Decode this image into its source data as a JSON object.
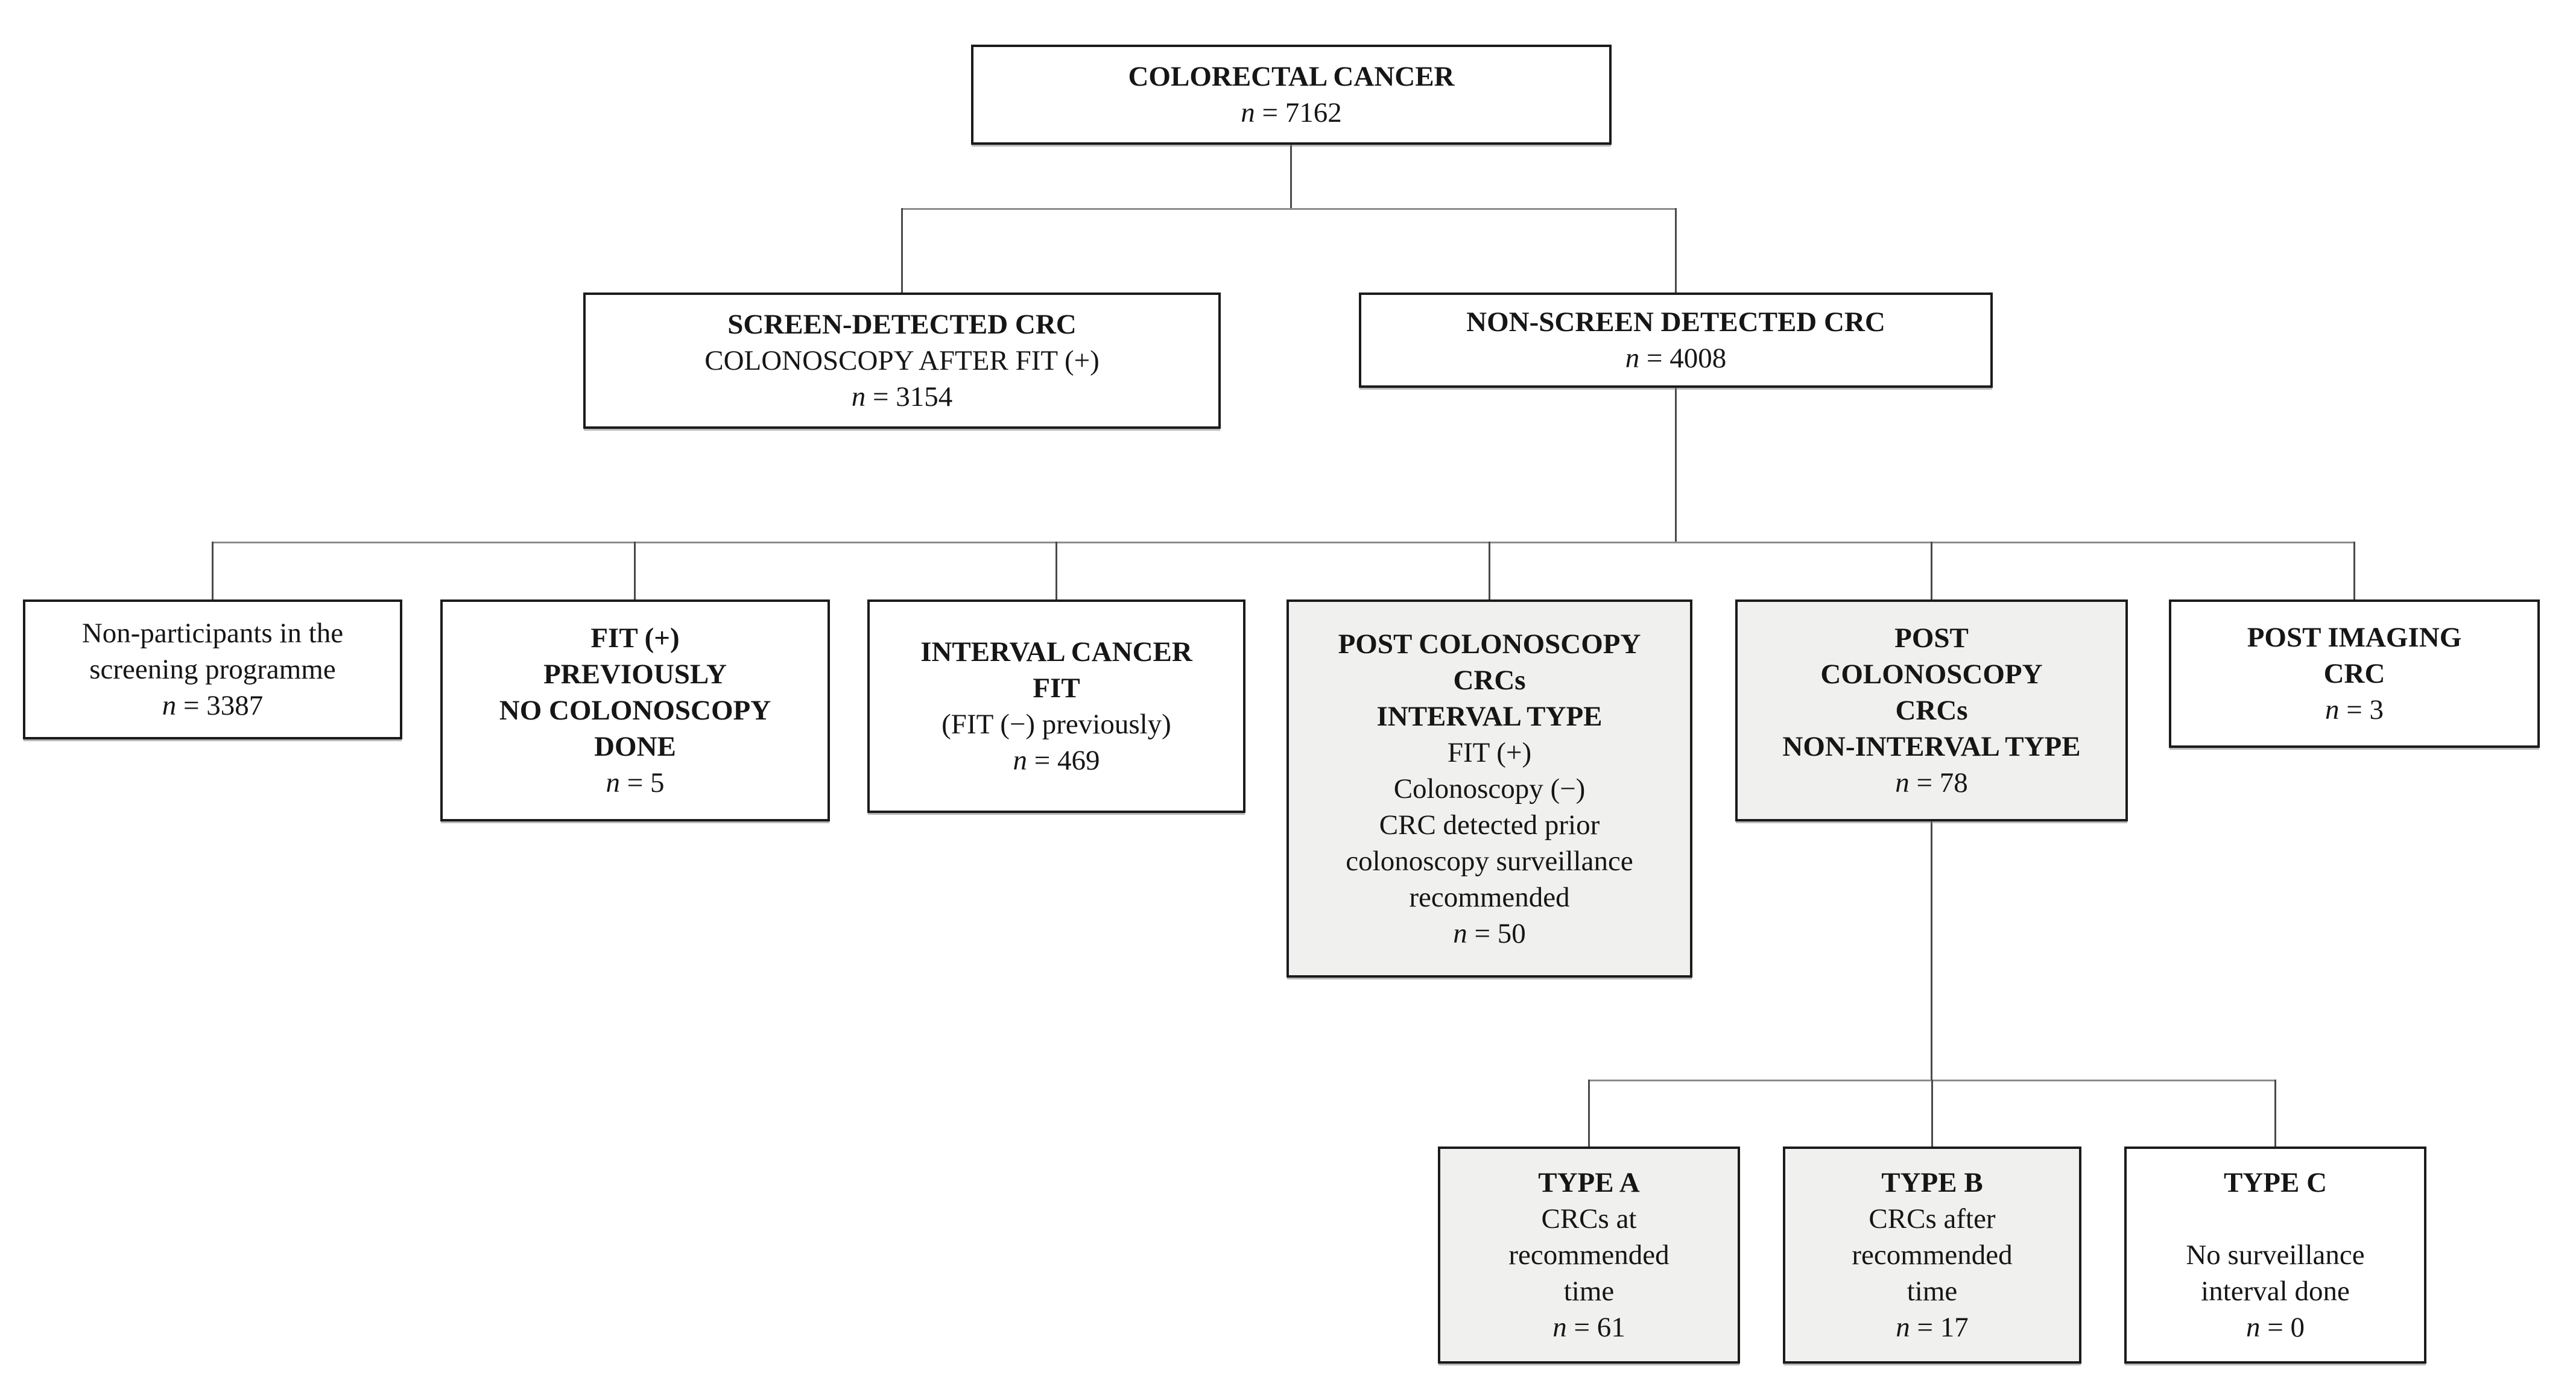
{
  "figure": {
    "kind": "flow-diagram"
  },
  "colors": {
    "background": "#ffffff",
    "box_border": "#1b1b1b",
    "box_fill": "#ffffff",
    "box_fill_shaded": "#f0f0ee",
    "connector_vertical": "#4a4a4a",
    "connector_horizontal": "#8c8c8c"
  },
  "boxes": [
    {
      "id": "colorectal-cancer",
      "fill": "white",
      "title_lines": [
        "COLORECTAL CANCER"
      ],
      "body_lines": [],
      "n_line": "n = 7162"
    },
    {
      "id": "screen-detected",
      "fill": "white",
      "title_lines": [
        "SCREEN-DETECTED CRC"
      ],
      "body_lines": [
        "COLONOSCOPY AFTER FIT (+)"
      ],
      "n_line": "n = 3154"
    },
    {
      "id": "non-screen-detected",
      "fill": "white",
      "title_lines": [
        "NON-SCREEN DETECTED CRC"
      ],
      "body_lines": [],
      "n_line": "n = 4008"
    },
    {
      "id": "non-participants",
      "fill": "white",
      "title_lines": [],
      "body_lines": [
        "Non-participants in the",
        "screening programme"
      ],
      "n_line": "n = 3387"
    },
    {
      "id": "fit-positive-no-colonoscopy",
      "fill": "white",
      "title_lines": [
        "FIT (+)",
        "PREVIOUSLY",
        "NO COLONOSCOPY",
        "DONE"
      ],
      "body_lines": [],
      "n_line": "n = 5"
    },
    {
      "id": "interval-cancer-fit",
      "fill": "white",
      "title_lines": [
        "INTERVAL CANCER",
        "FIT"
      ],
      "body_lines": [
        "(FIT (−) previously)"
      ],
      "n_line": "n = 469"
    },
    {
      "id": "post-colonoscopy-crc-interval",
      "fill": "shaded",
      "title_lines": [
        "POST COLONOSCOPY",
        "CRCs",
        "INTERVAL TYPE"
      ],
      "body_lines": [
        "FIT (+)",
        "Colonoscopy (−)",
        "CRC detected prior",
        "colonoscopy surveillance",
        "recommended"
      ],
      "n_line": "n = 50"
    },
    {
      "id": "post-colonoscopy-crc-non-interval",
      "fill": "shaded",
      "title_lines": [
        "POST",
        "COLONOSCOPY",
        "CRCs",
        "NON-INTERVAL TYPE"
      ],
      "body_lines": [],
      "n_line": "n = 78"
    },
    {
      "id": "post-imaging-crc",
      "fill": "white",
      "title_lines": [
        "POST IMAGING",
        "CRC"
      ],
      "body_lines": [],
      "n_line": "n = 3"
    },
    {
      "id": "type-a",
      "fill": "shaded",
      "title_lines": [
        "TYPE A"
      ],
      "body_lines": [
        "CRCs at",
        "recommended",
        "time"
      ],
      "n_line": "n = 61"
    },
    {
      "id": "type-b",
      "fill": "shaded",
      "title_lines": [
        "TYPE B"
      ],
      "body_lines": [
        "CRCs after",
        "recommended",
        "time"
      ],
      "n_line": "n = 17"
    },
    {
      "id": "type-c",
      "fill": "white",
      "title_lines": [
        "TYPE C"
      ],
      "body_lines": [
        "",
        "No surveillance",
        "interval done"
      ],
      "n_line": "n = 0"
    }
  ]
}
